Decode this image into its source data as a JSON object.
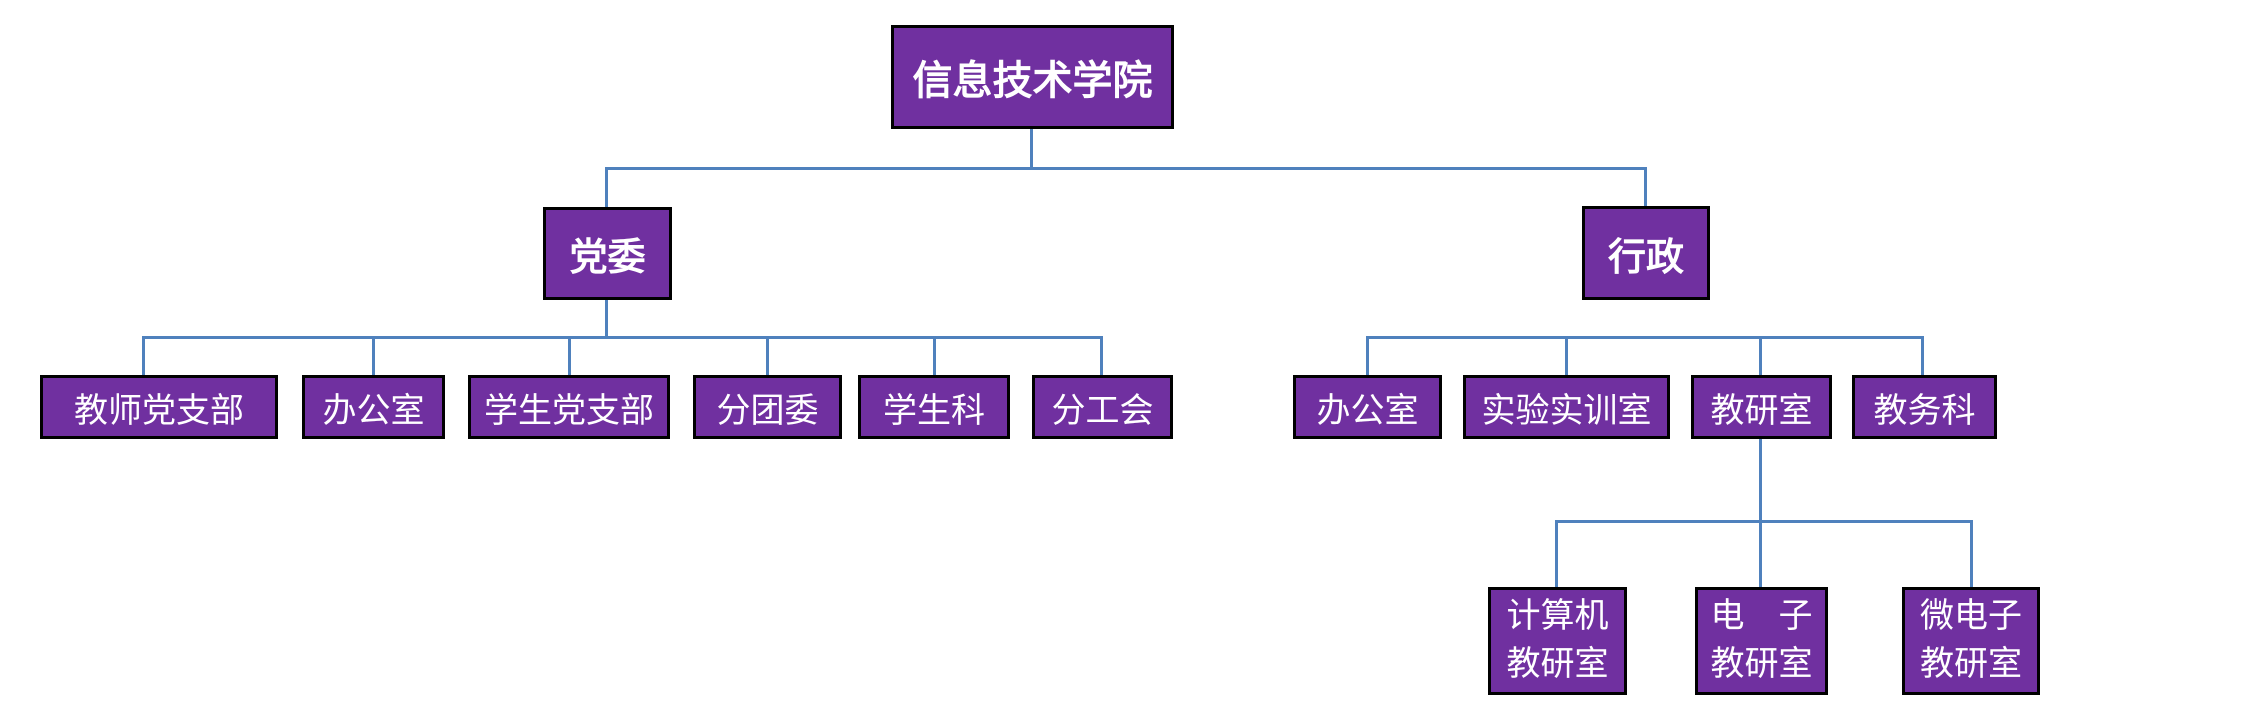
{
  "colors": {
    "node_fill": "#7030a0",
    "node_border": "#000000",
    "node_text": "#ffffff",
    "connector": "#4f81bd",
    "background": "#ffffff"
  },
  "org": {
    "root": "信息技术学院",
    "party": "党委",
    "admin": "行政",
    "party_children": [
      "教师党支部",
      "办公室",
      "学生党支部",
      "分团委",
      "学生科",
      "分工会"
    ],
    "admin_children": [
      "办公室",
      "实验实训室",
      "教研室",
      "教务科"
    ],
    "research_children": [
      [
        "计算机",
        "教研室"
      ],
      [
        "电　子",
        "教研室"
      ],
      [
        "微电子",
        "教研室"
      ]
    ]
  }
}
